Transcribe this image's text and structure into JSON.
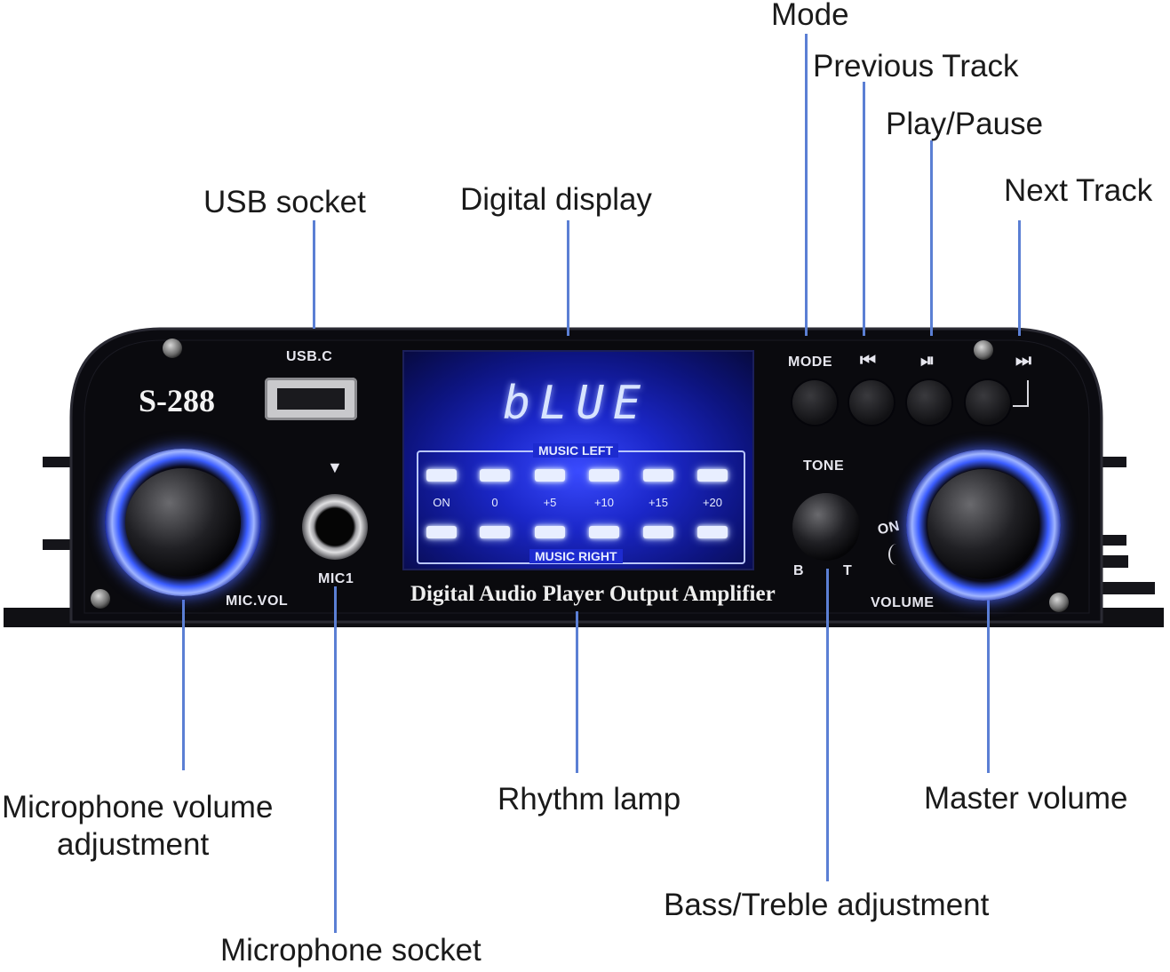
{
  "callouts": {
    "mode": "Mode",
    "previous_track": "Previous Track",
    "play_pause": "Play/Pause",
    "next_track": "Next Track",
    "usb_socket": "USB socket",
    "digital_display": "Digital display",
    "mic_volume_line1": "Microphone volume",
    "mic_volume_line2": "adjustment",
    "rhythm_lamp": "Rhythm lamp",
    "master_volume": "Master volume",
    "bass_treble": "Bass/Treble adjustment",
    "mic_socket": "Microphone socket"
  },
  "panel": {
    "model": "S-288",
    "usb_label": "USB.C",
    "mode_label": "MODE",
    "tone_label": "TONE",
    "tone_b": "B",
    "tone_t": "T",
    "on_label": "ON",
    "volume_label": "VOLUME",
    "mic_vol_label": "MIC.VOL",
    "mic1_label": "MIC1",
    "mic_arrow": "▼",
    "display_text": "bLUE",
    "music_left": "MUSIC LEFT",
    "music_right": "MUSIC RIGHT",
    "led_scale": [
      "ON",
      "0",
      "+5",
      "+10",
      "+15",
      "+20"
    ],
    "brand_line": "Digital Audio Player Output Amplifier",
    "prev_icon": "⏮",
    "play_icon": "⏯",
    "next_icon": "⏭"
  },
  "colors": {
    "leader_line": "#5b7fd4",
    "chassis": "#0a0a0e",
    "display_glow": "#2a3aff"
  }
}
